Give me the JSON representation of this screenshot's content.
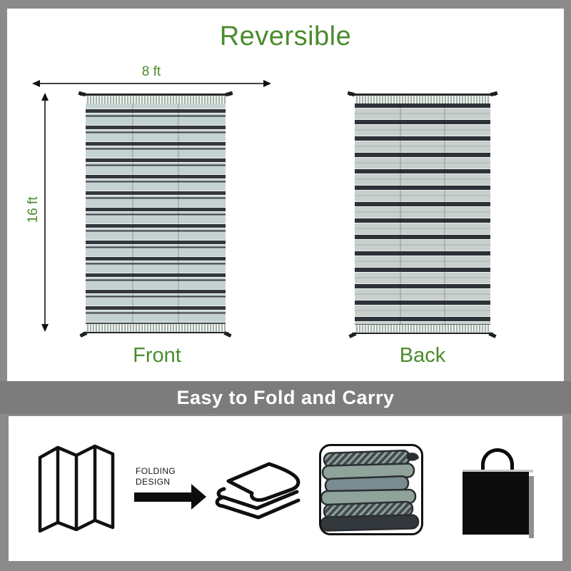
{
  "title": "Reversible",
  "dimensions": {
    "width": "8 ft",
    "height": "16 ft"
  },
  "rugs": {
    "front": {
      "label": "Front"
    },
    "back": {
      "label": "Back"
    }
  },
  "banner": {
    "text": "Easy to Fold and Carry"
  },
  "folding": {
    "line1": "FOLDING",
    "line2": "DESIGN"
  },
  "icons": {
    "accordion": "accordion-fold-icon",
    "flow_arrow": "right-arrow-icon",
    "blanket": "folded-blanket-icon",
    "photo": "folded-mat-photo",
    "bag": "carry-bag-icon"
  },
  "colors": {
    "accent_green": "#4b8b2d",
    "frame_gray": "#8b8b8b",
    "banner_gray": "#7c7c7c",
    "banner_text": "#ffffff",
    "rug_front_light": "#c5d2d2",
    "rug_front_dark": "#34373c",
    "rug_back_light": "#c7d0cd",
    "rug_back_dark": "#2e3136"
  }
}
